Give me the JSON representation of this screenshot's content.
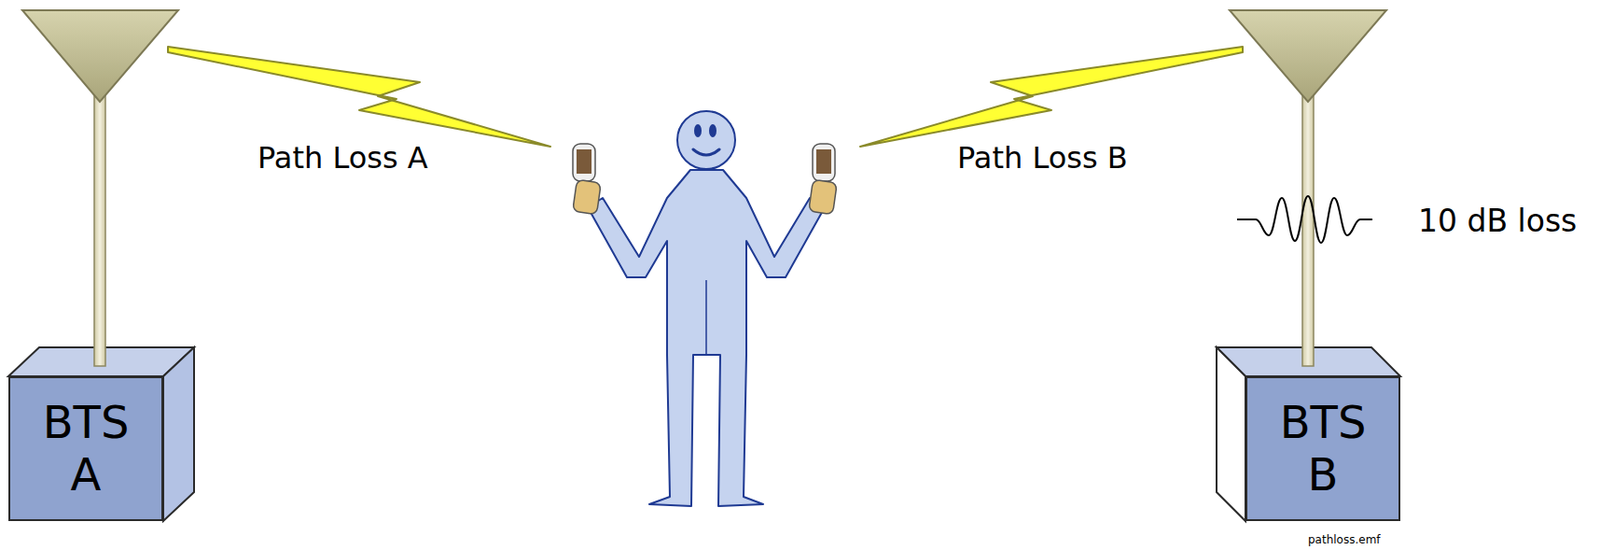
{
  "diagram": {
    "nodes": [
      {
        "text": [
          "BTS A"
        ]
      },
      {
        "text": [
          "BTS B"
        ]
      }
    ],
    "labels": [
      "Path Loss A",
      "Path Loss B",
      "10 dB loss",
      "pathloss.emf"
    ]
  }
}
